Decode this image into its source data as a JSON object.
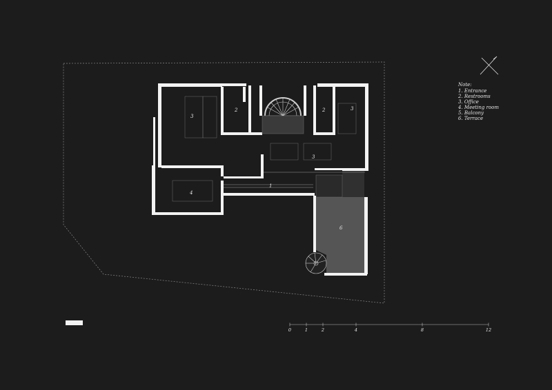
{
  "legend": {
    "title": "Note:",
    "items": [
      "1. Entrance",
      "2. Restrooms",
      "3. Office",
      "4. Meeting room",
      "5. Balcony",
      "6. Terrace"
    ]
  },
  "rooms": {
    "office_left": "3",
    "restroom_left": "2",
    "restroom_right": "2",
    "office_right": "3",
    "office_center": "3",
    "meeting_room": "4",
    "entrance": "1",
    "terrace": "6"
  },
  "scale": {
    "ticks": [
      "0",
      "1",
      "2",
      "4",
      "8",
      "12"
    ],
    "values": [
      0,
      1,
      2,
      4,
      8,
      12
    ]
  },
  "colors": {
    "background": "#1c1c1d",
    "wall": "#f2f2f2",
    "terrace": "#555556",
    "stair": "#3a3a3b",
    "line": "#9a9a9a"
  },
  "icons": {
    "north_arrow": "north-arrow-icon",
    "scale_bar": "scale-bar-icon"
  }
}
